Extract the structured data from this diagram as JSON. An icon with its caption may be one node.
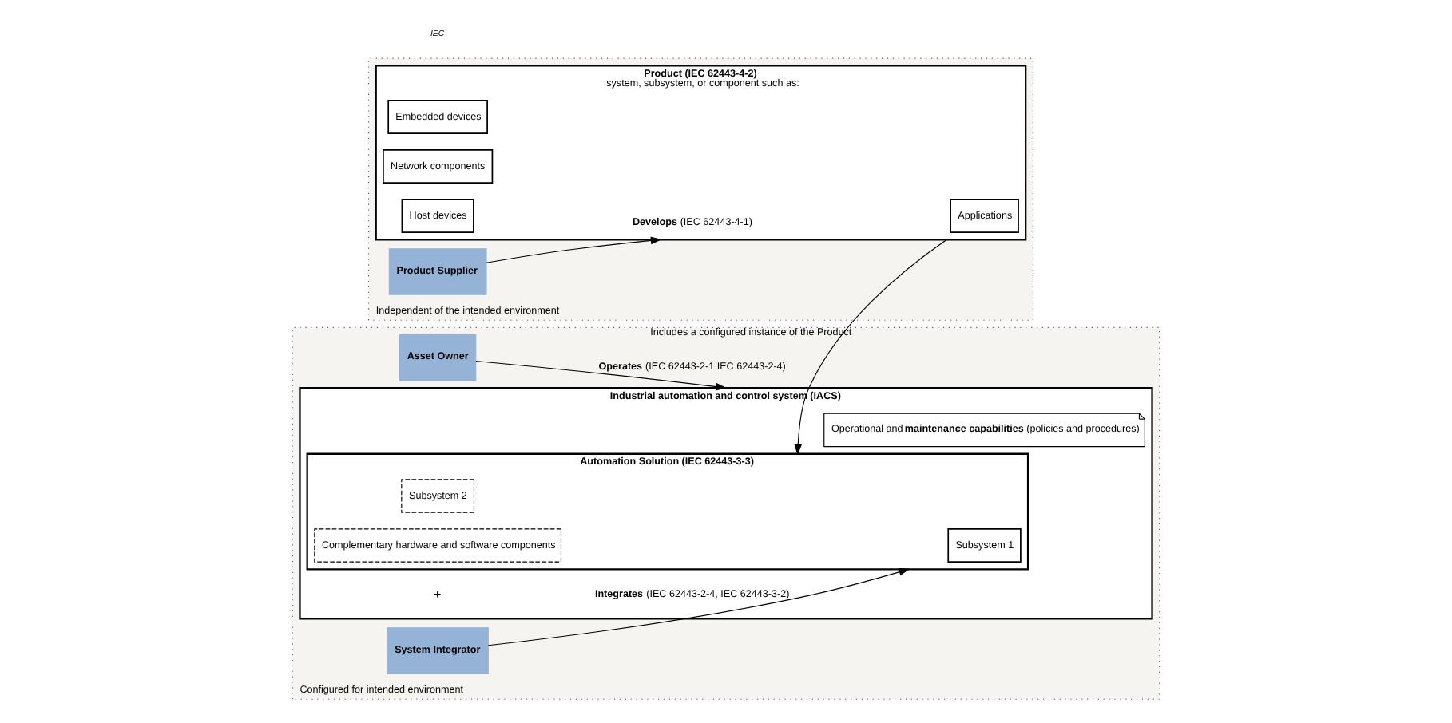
{
  "diagram": {
    "nodes": [
      {
        "text": [
          "Configured for intended environment"
        ]
      },
      {
        "text": [
          "Asset Owner"
        ],
        "in": 0
      },
      {
        "text": [
          "System Integrator"
        ],
        "in": 0
      },
      {
        "text": [
          "Industrial automation and control system (IACS)"
        ],
        "in": 0
      },
      {
        "text": [
          "Operational and **maintenance capabilities** (policies and procedures)"
        ],
        "in": 3
      },
      {
        "text": [
          "Automation Solution (IEC 62443-3-3)"
        ],
        "in": 3
      },
      {
        "text": [
          "Subsystem 1"
        ],
        "in": 5
      },
      {
        "text": [
          "Subsystem 2"
        ],
        "in": 5
      },
      {
        "text": [
          "Complementary hardware and software components"
        ],
        "in": 5
      },
      {
        "text": [
          "Independent of the intended environment"
        ]
      },
      {
        "text": [
          "Product Supplier"
        ],
        "in": 9
      },
      {
        "text": [
          "Product (IEC 62443-4-2)",
          "system, subsystem, or component such as:"
        ],
        "in": 9
      },
      {
        "text": [
          "Applications"
        ],
        "in": 11
      },
      {
        "text": [
          "Embedded devices"
        ],
        "in": 11
      },
      {
        "text": [
          "Network components"
        ],
        "in": 11
      },
      {
        "text": [
          "Host devices"
        ],
        "in": 11
      }
    ],
    "edges": [
      {
        "from": 1,
        "to": 3,
        "arrow": "to",
        "label": "**Operates** (IEC 62443-2-1 IEC 62443-2-4)"
      },
      {
        "from": 2,
        "to": 5,
        "arrow": "to",
        "label": "**Integrates** (IEC 62443-2-4, IEC 62443-3-2)"
      },
      {
        "from": 10,
        "to": 11,
        "arrow": "to",
        "label": "**Develops** (IEC 62443-4-1)"
      },
      {
        "from": 11,
        "to": 5,
        "arrow": "to",
        "label": "Includes a configured instance of the Product"
      }
    ],
    "labels": [
      "+",
      "IEC"
    ]
  }
}
